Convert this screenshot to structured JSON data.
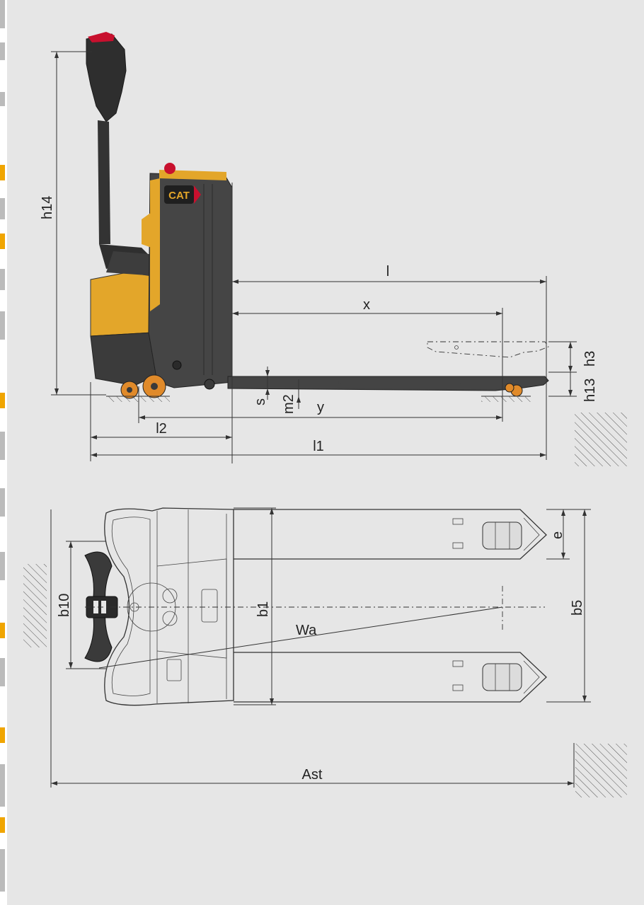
{
  "diagram": {
    "top_view_labels": {
      "h14": "h14",
      "l": "l",
      "x": "x",
      "h3": "h3",
      "h13": "h13",
      "s": "s",
      "m2": "m2",
      "y": "y",
      "l2": "l2",
      "l1": "l1"
    },
    "bottom_view_labels": {
      "b10": "b10",
      "b1": "b1",
      "Wa": "Wa",
      "e": "e",
      "b5": "b5",
      "Ast": "Ast"
    },
    "logo": "CAT",
    "colors": {
      "background": "#e6e6e6",
      "truck_yellow": "#e3a62a",
      "truck_dark": "#3d3d3d",
      "wheel_orange": "#e08a2a",
      "accent_red": "#c8102e",
      "sidebar_tick": "#f0a500",
      "sidebar_tick_alt": "#bbbbbb"
    }
  }
}
